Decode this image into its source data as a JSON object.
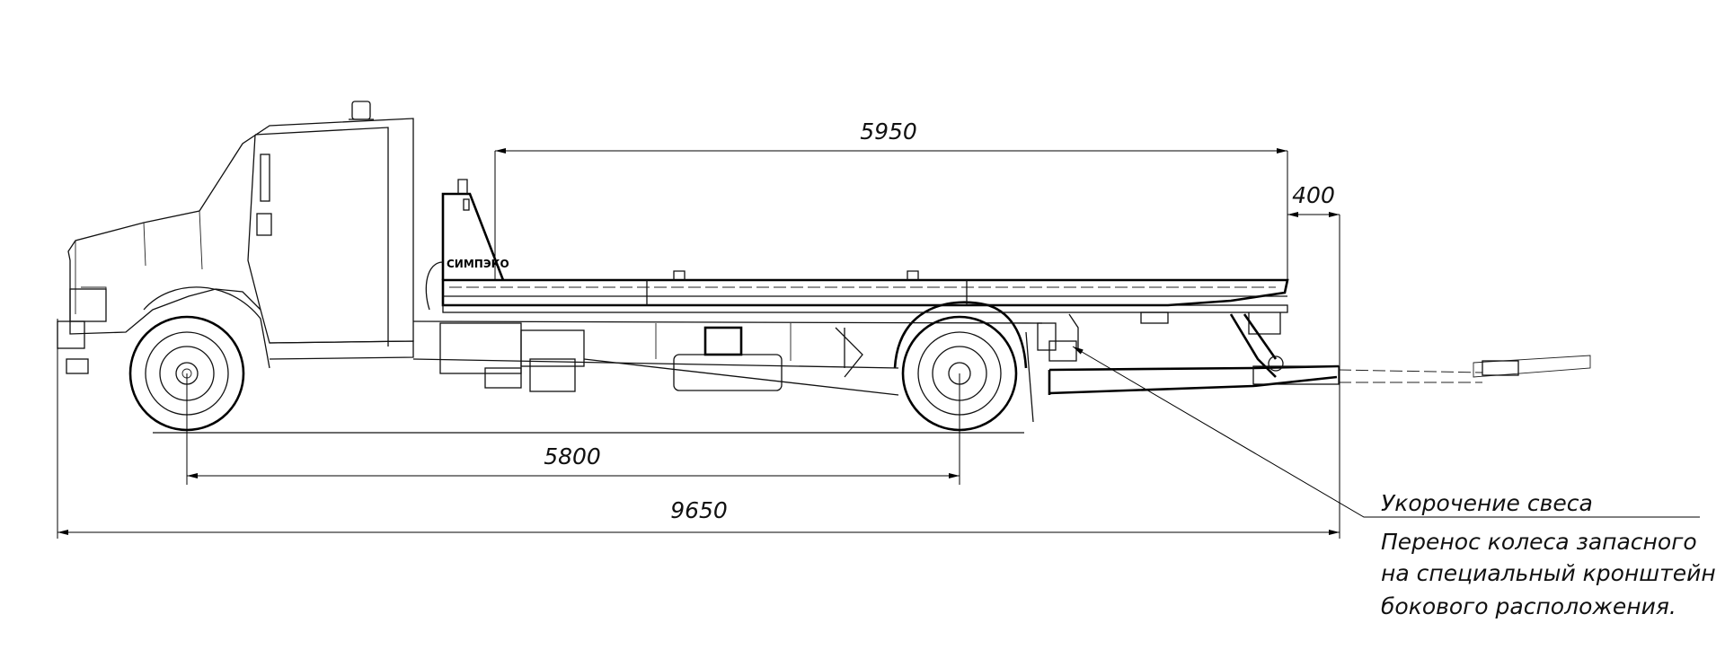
{
  "dimensions": {
    "platform_length": "5950",
    "overhang": "400",
    "wheelbase": "5800",
    "overall_length": "9650"
  },
  "logo_text": "СИМПЭКО",
  "notes": {
    "line1": "Укорочение свеса",
    "line2": "Перенос колеса запасного",
    "line3": "на специальный кронштейн",
    "line4": "бокового расположения."
  }
}
